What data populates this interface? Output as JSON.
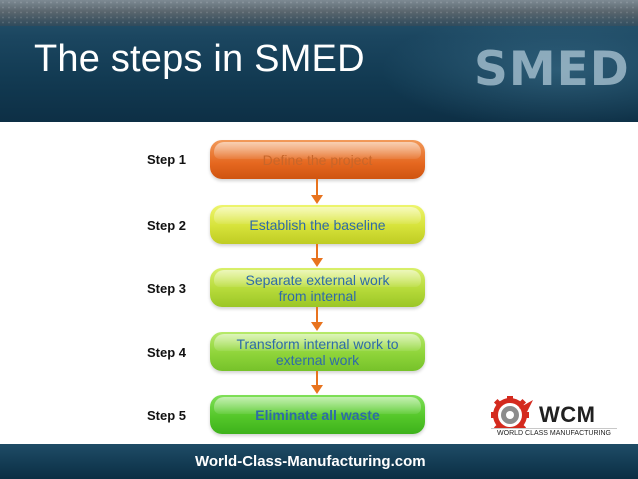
{
  "header": {
    "title": "The steps in SMED",
    "watermark": "SMED"
  },
  "steps": [
    {
      "label": "Step 1",
      "text": "Define the project",
      "color": "#e5671f"
    },
    {
      "label": "Step 2",
      "text": "Establish the baseline",
      "color": "#d6e23a"
    },
    {
      "label": "Step 3",
      "text": "Separate external work from internal",
      "color": "#b6da3a"
    },
    {
      "label": "Step 4",
      "text": "Transform internal work to external work",
      "color": "#8fd43a"
    },
    {
      "label": "Step 5",
      "text": "Eliminate all waste",
      "color": "#55c72a"
    }
  ],
  "arrow_color": "#e8731e",
  "logo": {
    "word": "WCM",
    "tagline": "WORLD CLASS MANUFACTURING",
    "accent": "#d42a1e"
  },
  "footer": {
    "text": "World-Class-Manufacturing.com"
  },
  "colors": {
    "banner": "#123a52",
    "footer": "#123a52"
  }
}
